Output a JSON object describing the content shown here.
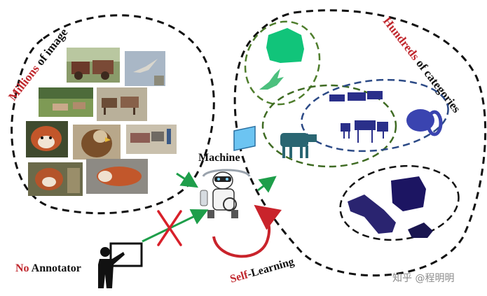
{
  "labels": {
    "millions_highlight": "Millions",
    "millions_rest": " of image",
    "hundreds_highlight": "Hundreds",
    "hundreds_rest": " of categories",
    "machine": "Machine",
    "no_highlight": "No",
    "annotator_rest": " Annotator",
    "self_highlight": "Self",
    "learning_rest": "-Learning",
    "watermark": "知乎 @程明明"
  },
  "colors": {
    "highlight_red": "#c0272d",
    "arrow_green": "#1e9e4a",
    "cross_red": "#d8202a",
    "cluster_green": "#3f6b23",
    "cluster_blue": "#2c4a86",
    "cluster_black": "#111111",
    "mask_teal": "#2a6672",
    "mask_bright_green": "#11c47a",
    "mask_blue": "#2b32a8",
    "mask_navy": "#1c1562"
  },
  "icons": {
    "robot": "robot-icon",
    "teacher": "teacher-at-board-icon",
    "cross": "cross-mark-icon",
    "cycle_arrow": "circular-arrow-icon"
  }
}
